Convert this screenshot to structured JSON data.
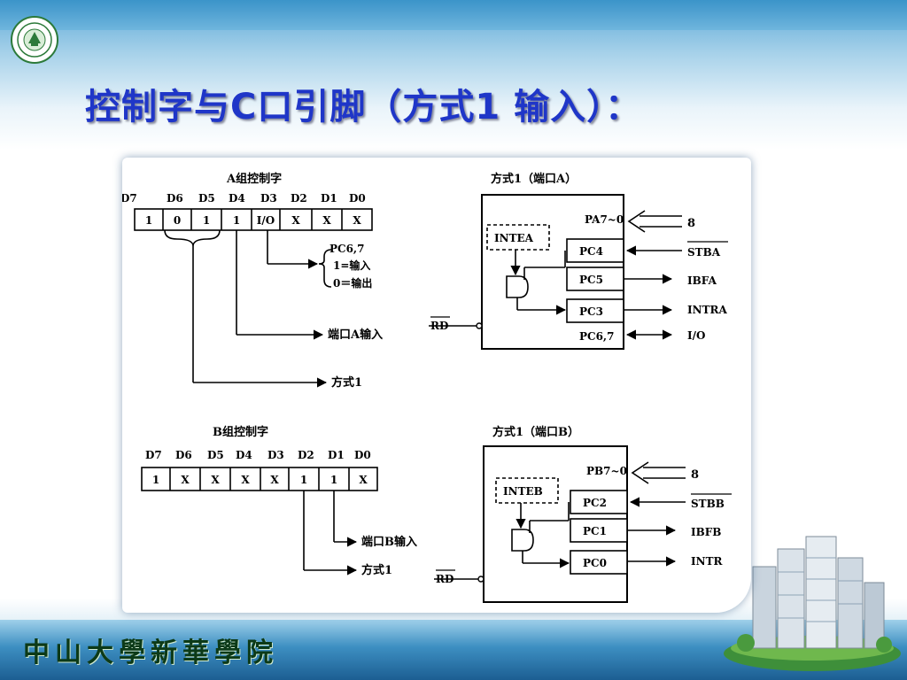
{
  "slide": {
    "title": "控制字与C口引脚（方式1 输入）：",
    "footer": "中山大學新華學院"
  },
  "diagram": {
    "group_a": {
      "header": "A组控制字",
      "bit_labels": [
        "D7",
        "D6",
        "D5",
        "D4",
        "D3",
        "D2",
        "D1",
        "D0"
      ],
      "cells": [
        "1",
        "0",
        "1",
        "1",
        "I/O",
        "X",
        "X",
        "X"
      ],
      "brace_pc": "PC6,7",
      "brace_in": "1=输入",
      "brace_out": "0＝输出",
      "port_label": "端口A输入",
      "mode_label": "方式1"
    },
    "group_b": {
      "header": "B组控制字",
      "bit_labels": [
        "D7",
        "D6",
        "D5",
        "D4",
        "D3",
        "D2",
        "D1",
        "D0"
      ],
      "cells": [
        "1",
        "X",
        "X",
        "X",
        "X",
        "1",
        "1",
        "X"
      ],
      "port_label": "端口B输入",
      "mode_label": "方式1"
    },
    "chip_a": {
      "title": "方式1（端口A）",
      "pa": "PA7~0",
      "inte": "INTEA",
      "pc4": "PC4",
      "pc5": "PC5",
      "pc3": "PC3",
      "pc67": "PC6,7",
      "bus": "8",
      "stb": "STBA",
      "ibf": "IBFA",
      "intr": "INTRA",
      "io": "I/O",
      "rd": "RD"
    },
    "chip_b": {
      "title": "方式1（端口B）",
      "pb": "PB7~0",
      "inte": "INTEB",
      "pc2": "PC2",
      "pc1": "PC1",
      "pc0": "PC0",
      "bus": "8",
      "stb": "STBB",
      "ibf": "IBFB",
      "intr": "INTR",
      "rd": "RD"
    }
  }
}
